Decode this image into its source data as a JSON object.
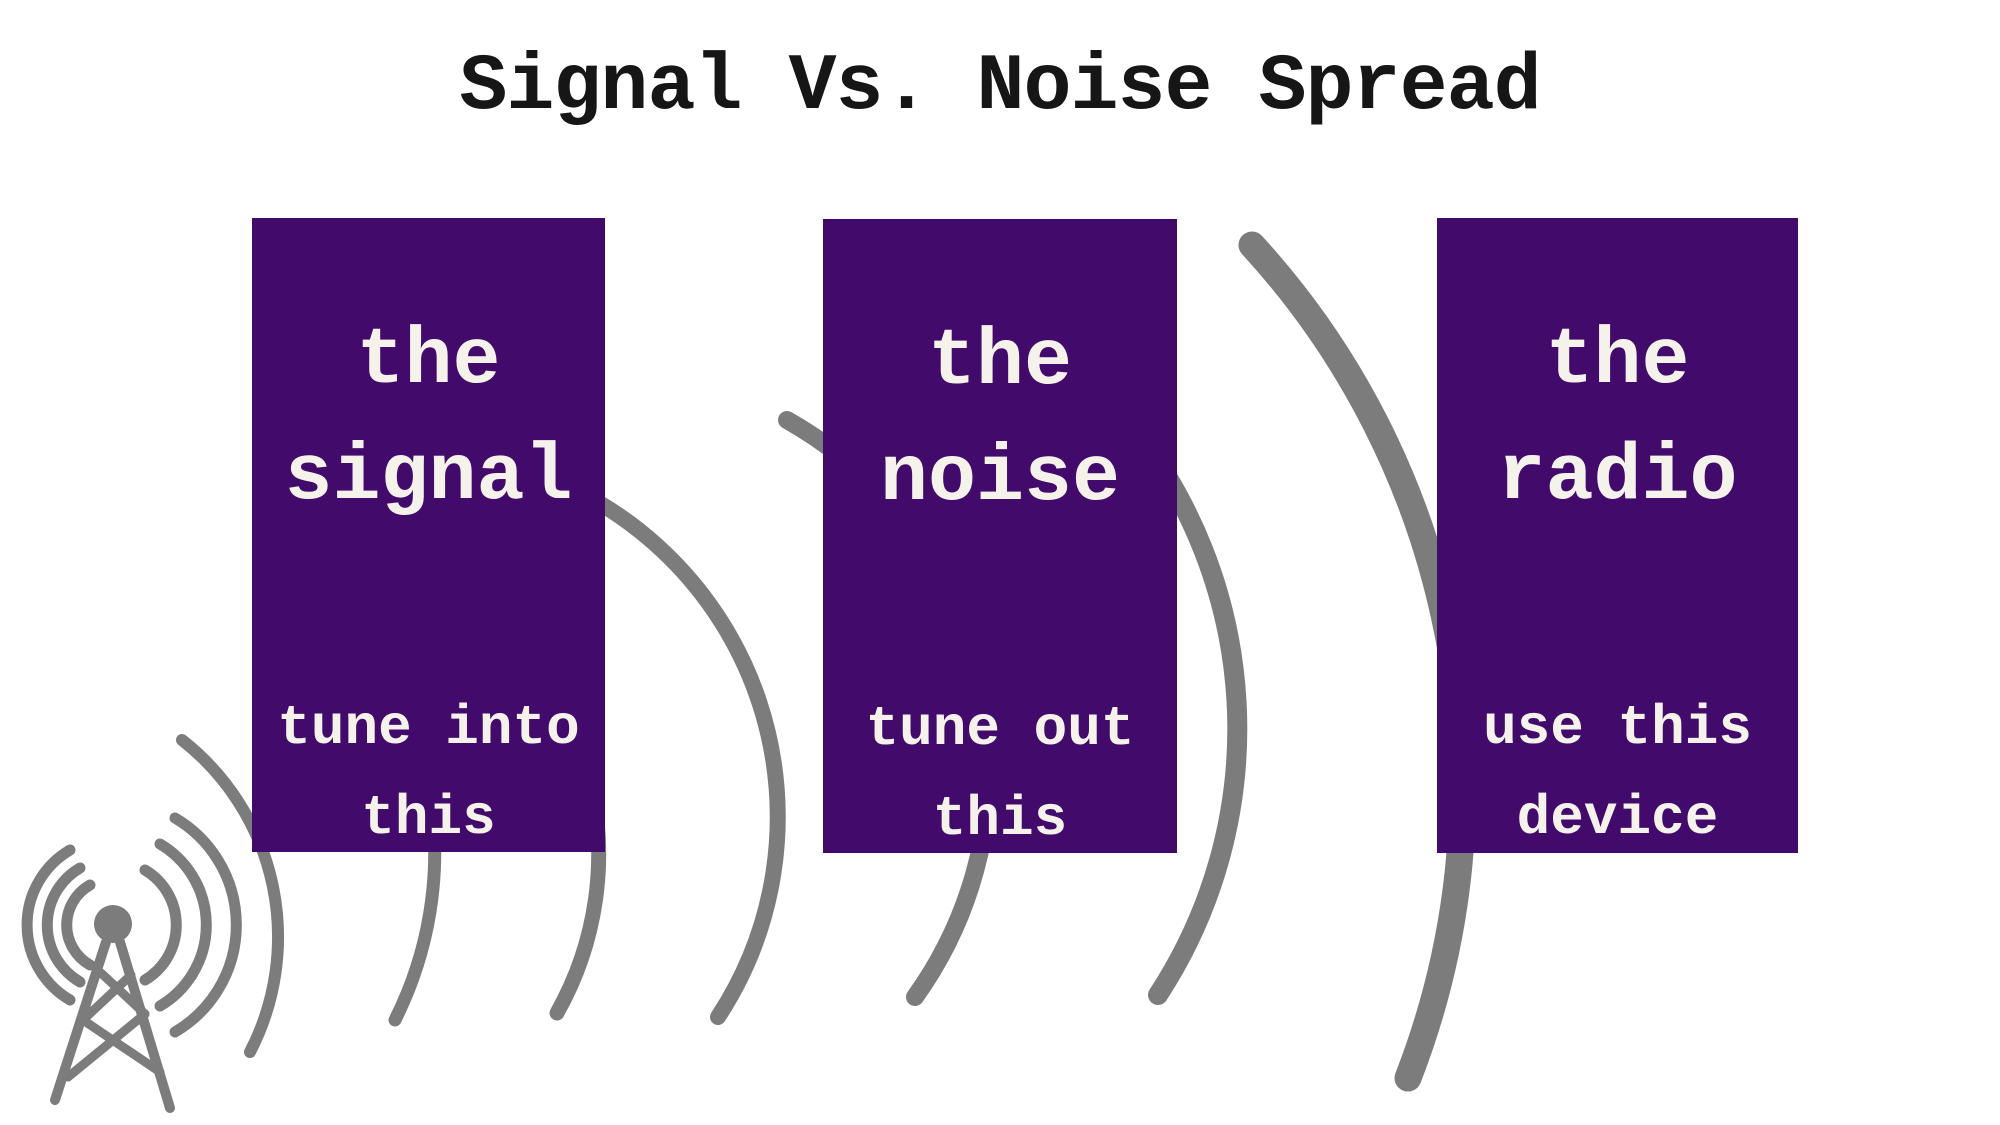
{
  "title": "Signal Vs. Noise Spread",
  "colors": {
    "background": "#ffffff",
    "box_purple": "#420a6b",
    "wave_gray": "#7c7c7c",
    "title_black": "#161616",
    "box_text_white": "#f5f2ec"
  },
  "boxes": [
    {
      "name": "signal",
      "article": "the",
      "noun": "signal",
      "action": [
        "tune into",
        "this"
      ]
    },
    {
      "name": "noise",
      "article": "the",
      "noun": "noise",
      "action": [
        "tune out",
        "this"
      ]
    },
    {
      "name": "radio",
      "article": "the",
      "noun": "radio",
      "action": [
        "use this",
        "device"
      ]
    }
  ],
  "icons": {
    "tower": "radio-tower-icon",
    "waves": "signal-wave-arcs"
  }
}
